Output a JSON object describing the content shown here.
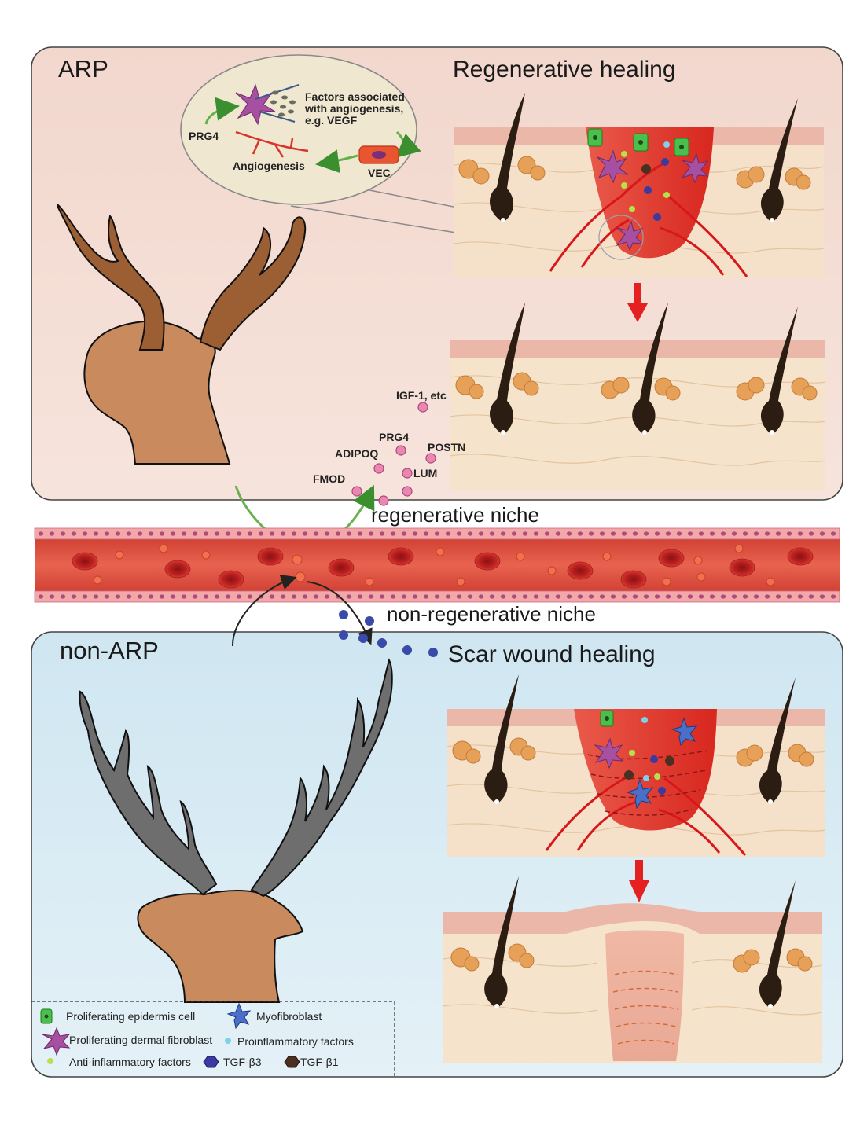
{
  "panels": {
    "top": {
      "label": "ARP",
      "title": "Regenerative healing"
    },
    "bottom": {
      "label": "non-ARP",
      "title": "Scar wound healing"
    }
  },
  "inset": {
    "factors_line1": "Factors associated",
    "factors_line2": "with angiogenesis,",
    "factors_line3": "e.g. VEGF",
    "prg4": "PRG4",
    "angiogenesis": "Angiogenesis",
    "vec": "VEC"
  },
  "factors": {
    "igf1": "IGF-1, etc",
    "prg4": "PRG4",
    "adipoq": "ADIPOQ",
    "postn": "POSTN",
    "lum": "LUM",
    "fmod": "FMOD"
  },
  "niches": {
    "regenerative": "regenerative niche",
    "non_regenerative": "non-regenerative niche"
  },
  "legend": {
    "epidermis": "Proliferating epidermis cell",
    "myofibroblast": "Myofibroblast",
    "fibroblast": "Proliferating dermal fibroblast",
    "proinflammatory": "Proinflammatory factors",
    "anti_inflammatory": "Anti-inflammatory factors",
    "tgfb3": "TGF-β3",
    "tgfb1": "TGF-β1"
  },
  "colors": {
    "top_panel": "#f2d6cc",
    "bottom_panel": "#d3e8f2",
    "vessel": "#d9483b",
    "factor_dot": "#e887b0",
    "nonregen_dot": "#3a4aa8",
    "antler_brown": "#a86a3c",
    "antler_grey": "#6e6e6e",
    "deer_body": "#c98b5e"
  }
}
